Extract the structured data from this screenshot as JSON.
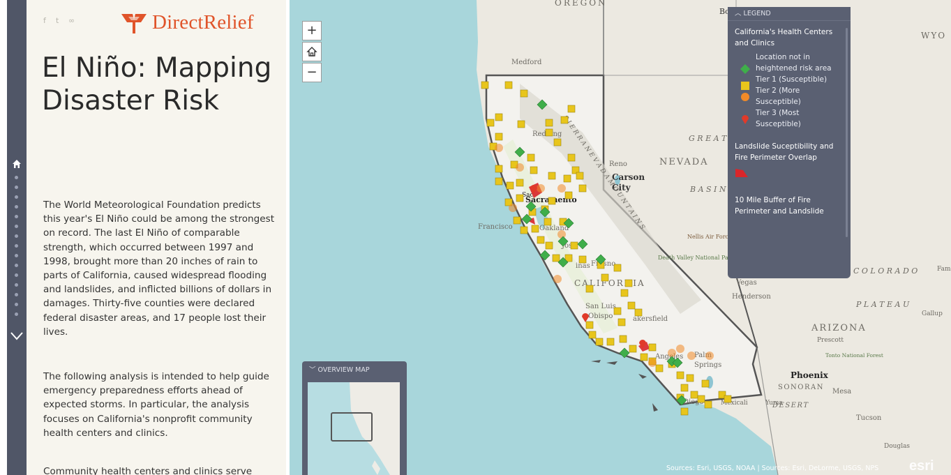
{
  "sidebar": {
    "share_icons": [
      "facebook-icon",
      "twitter-icon",
      "link-icon"
    ],
    "logo_text": "DirectRelief",
    "title": "El Niño: Mapping Disaster Risk",
    "paragraphs": [
      "The World Meteorological Foundation predicts this year's El Niño could be among the strongest on record. The last El Niño of comparable strength, which occurred between 1997 and 1998, brought more than 20 inches of rain to parts of California, caused widespread flooding and landslides, and inflicted billions of dollars in damages. Thirty-five counties were declared federal disaster areas, and 17 people lost their lives.",
      "The following analysis is intended to help guide emergency preparedness efforts ahead of expected storms. In particular, the analysis focuses on California's nonprofit community health centers and clinics.",
      "Community health centers and clinics serve"
    ]
  },
  "map": {
    "zoom_in": "+",
    "zoom_out": "−",
    "home_icon": "home-icon",
    "legend": {
      "header": "LEGEND",
      "section1": "California's Health Centers and Clinics",
      "items": [
        {
          "label": "Location not in heightened risk area",
          "symbol": "green-diamond",
          "color": "#3fae4a"
        },
        {
          "label": "Tier 1 (Susceptible)",
          "symbol": "yellow-square",
          "color": "#e8c51c"
        },
        {
          "label": "Tier 2 (More Susceptible)",
          "symbol": "orange-circle",
          "color": "#f08a28"
        },
        {
          "label": "Tier 3 (Most Susceptible)",
          "symbol": "red-pin",
          "color": "#e03a2a"
        }
      ],
      "section2": "Landslide Suceptibility and Fire Perimeter Overlap",
      "section2_color": "#d9262a",
      "section3": "10 Mile Buffer of Fire Perimeter and Landslide Susceptibility"
    },
    "overview": {
      "header": "OVERVIEW MAP"
    },
    "attribution": "Sources: Esri, USGS, NOAA | Sources: Esri, DeLorme, USGS, NPS",
    "esri_logo": "esri",
    "labels": {
      "oregon": "OREGON",
      "boise": "Boise",
      "wyo": "WYO",
      "medford": "Medford",
      "redding": "Redding",
      "reno": "Reno",
      "carson": "Carson",
      "city": "City",
      "nevada": "NEVADA",
      "great": "G R E A T",
      "basin": "B A S I N",
      "sierra": "S I E R R A   N E V A D A   M O U N T A I N S",
      "sacramento": "Sacramento",
      "francisco": "Francisco",
      "oakland": "Oakland",
      "jose": "Jose",
      "nellis": "Nellis Air Force Range",
      "death_valley": "Death Valley National Park",
      "california": "CALIFORNIA",
      "vegas": "Vegas",
      "henderson": "Henderson",
      "colorado": "C O L O R A D O",
      "plateau": "P L A T E A U",
      "gallup": "Gallup",
      "fam": "Fam",
      "arizona": "ARIZONA",
      "prescott": "Prescott",
      "tonto": "Tonto National Forest",
      "phoenix": "Phoenix",
      "mesa": "Mesa",
      "sonoran": "SONORAN",
      "desert": "DESERT",
      "tucson": "Tucson",
      "douglas": "Douglas",
      "san_luis": "San Luis",
      "obispo": "Obispo",
      "bakersfield": "akersfield",
      "fresno": "Fresno",
      "salinas": "inas",
      "angeles": "Angeles",
      "palm": "Palm",
      "springs": "Springs",
      "diego": "Diego",
      "mexicali": "Mexicali",
      "yuma": "Yuma",
      "sac": "Sac"
    }
  }
}
